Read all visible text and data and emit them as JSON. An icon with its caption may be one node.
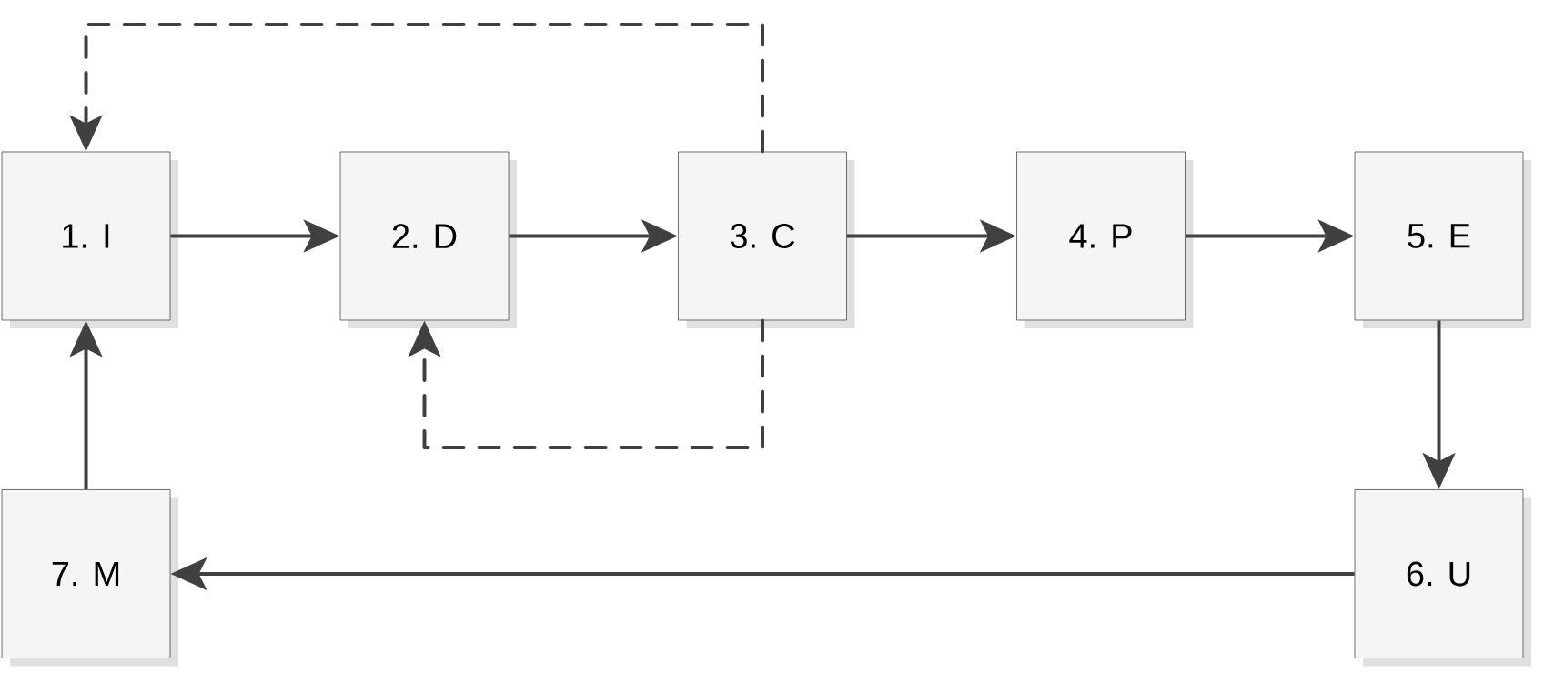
{
  "diagram": {
    "nodes": [
      {
        "text": [
          "1. I"
        ]
      },
      {
        "text": [
          "2. D"
        ]
      },
      {
        "text": [
          "3. C"
        ]
      },
      {
        "text": [
          "4. P"
        ]
      },
      {
        "text": [
          "5. E"
        ]
      },
      {
        "text": [
          "6. U"
        ]
      },
      {
        "text": [
          "7. M"
        ]
      }
    ],
    "edges": [
      {
        "from": 0,
        "to": 1,
        "arrow": "to"
      },
      {
        "from": 1,
        "to": 2,
        "arrow": "to"
      },
      {
        "from": 2,
        "to": 3,
        "arrow": "to"
      },
      {
        "from": 3,
        "to": 4,
        "arrow": "to"
      },
      {
        "from": 4,
        "to": 5,
        "arrow": "to"
      },
      {
        "from": 5,
        "to": 6,
        "arrow": "to"
      },
      {
        "from": 6,
        "to": 0,
        "arrow": "to"
      },
      {
        "from": 2,
        "to": 0,
        "arrow": "to",
        "style": "dashed"
      },
      {
        "from": 2,
        "to": 1,
        "arrow": "to",
        "style": "dashed"
      }
    ]
  }
}
